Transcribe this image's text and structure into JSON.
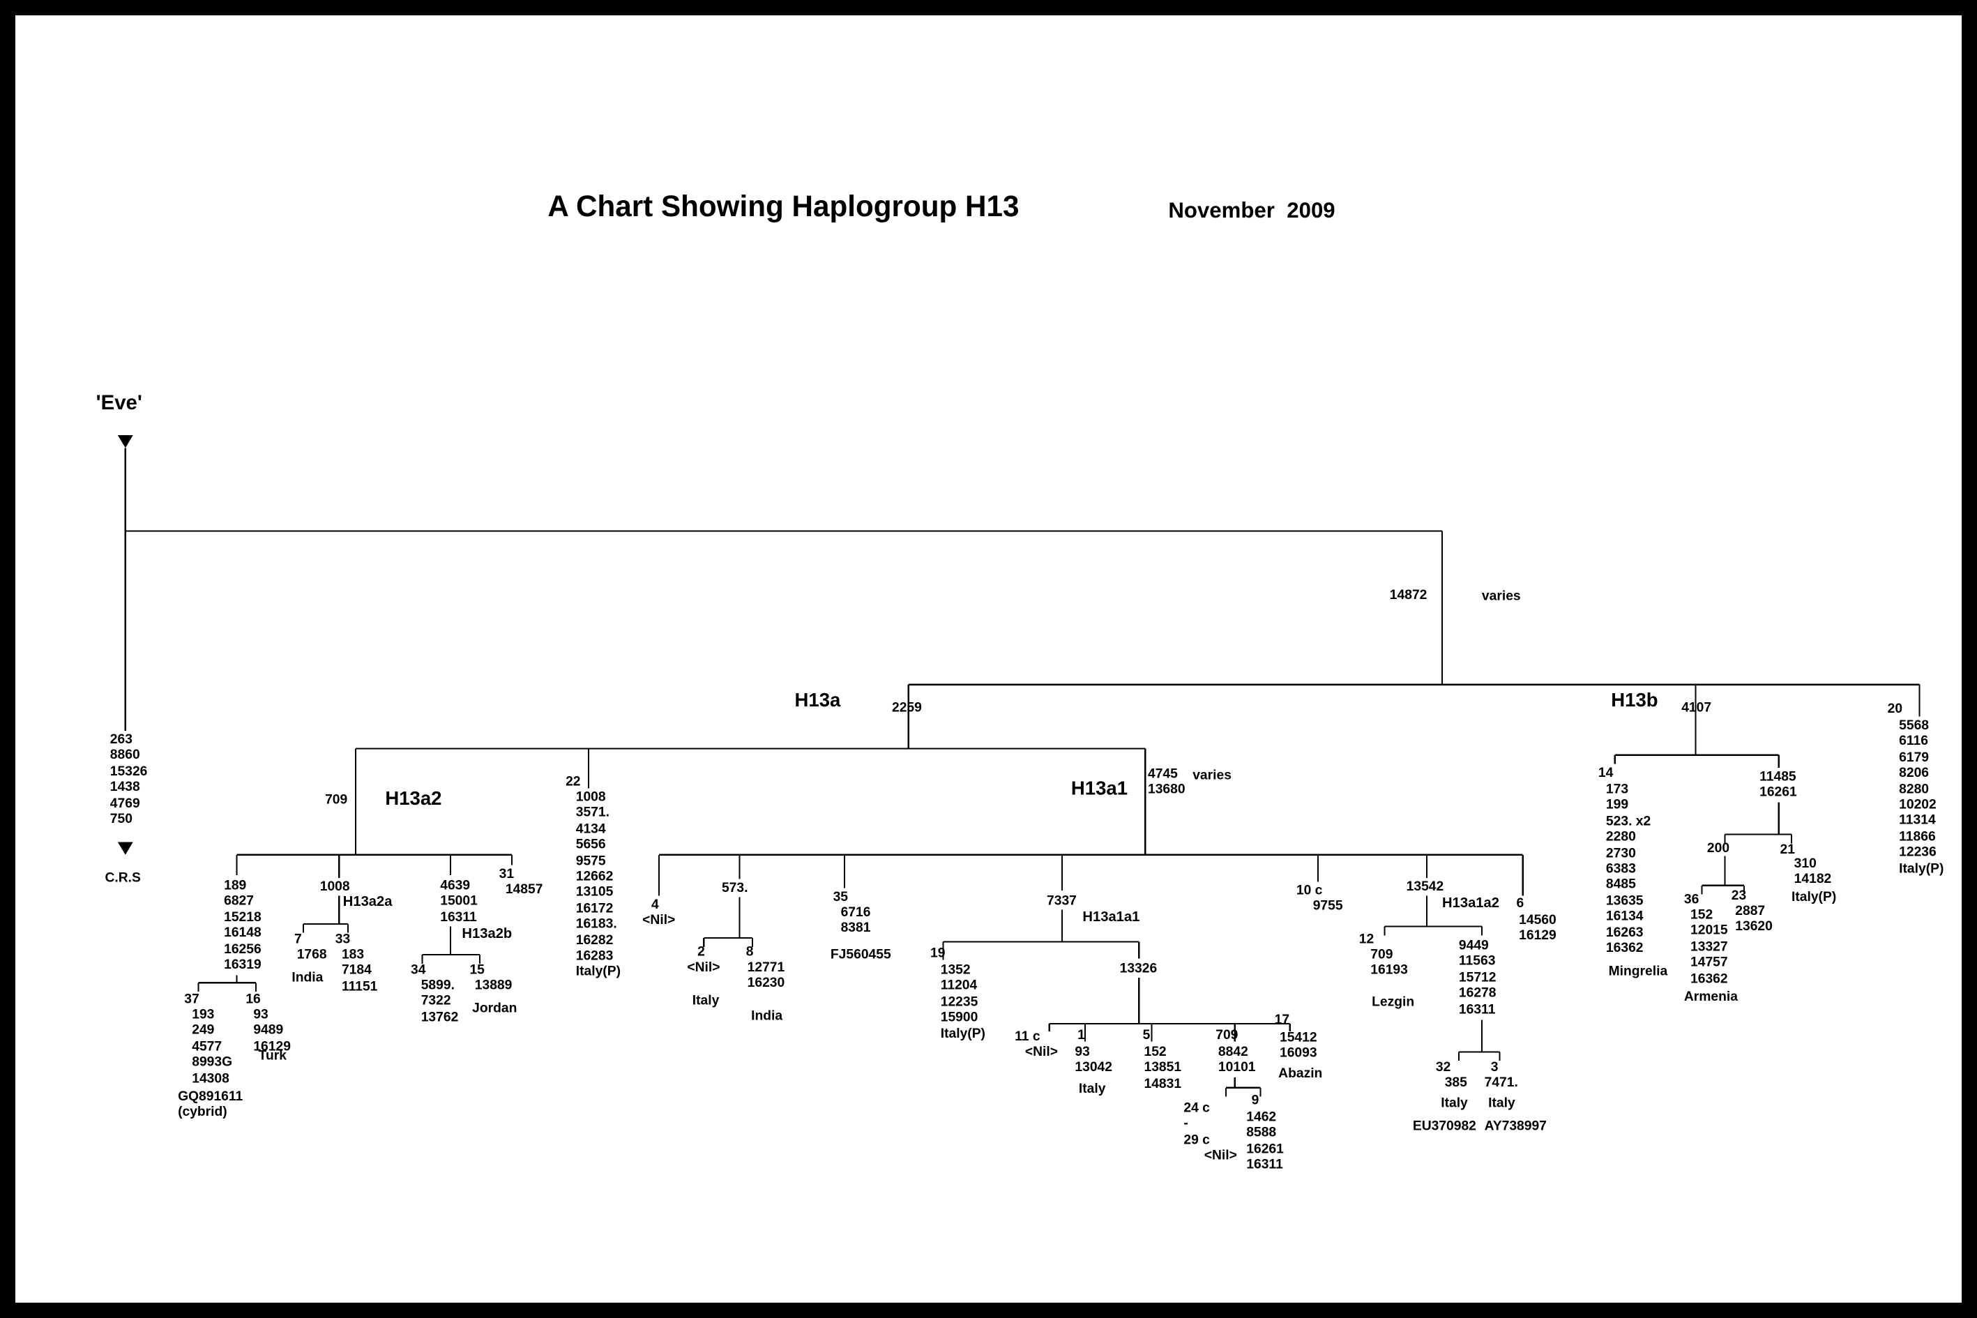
{
  "header": {
    "title": "A Chart Showing Haplogroup H13",
    "date": "November  2009"
  },
  "eve": {
    "label": "'Eve'",
    "mutations": [
      "263",
      "8860",
      "15326",
      "1438",
      "4769",
      "750"
    ],
    "crs": "C.R.S"
  },
  "h13_root": {
    "num": "14872",
    "note": "varies"
  },
  "h13a": {
    "label": "H13a",
    "num": "2259",
    "b22": {
      "num": "22",
      "muts": [
        "1008",
        "3571.",
        "4134",
        "5656",
        "9575",
        "12662",
        "13105",
        "16172",
        "16183.",
        "16282",
        "16283",
        "Italy(P)"
      ]
    }
  },
  "h13a2": {
    "label": "H13a2",
    "num": "709",
    "b189": {
      "muts": [
        "189",
        "6827",
        "15218",
        "16148",
        "16256",
        "16319"
      ],
      "b37": {
        "num": "37",
        "muts": [
          "193",
          "249",
          "4577",
          "8993G",
          "14308"
        ],
        "extra": [
          "GQ891611",
          "(cybrid)"
        ]
      },
      "b16": {
        "num": "16",
        "muts": [
          "93",
          "9489",
          "16129"
        ],
        "pop": "Turk"
      }
    },
    "a2a": {
      "label": "H13a2a",
      "num": "1008",
      "b7": {
        "num": "7",
        "muts": [
          "1768"
        ],
        "pop": "India"
      },
      "b33": {
        "num": "33",
        "muts": [
          "183",
          "7184",
          "11151"
        ]
      }
    },
    "a2b": {
      "label": "H13a2b",
      "muts": [
        "4639",
        "15001",
        "16311"
      ],
      "b34": {
        "num": "34",
        "muts": [
          "5899.",
          "7322",
          "13762"
        ]
      },
      "b15": {
        "num": "15",
        "muts": [
          "13889"
        ],
        "pop": "Jordan"
      }
    },
    "b31": {
      "num": "31",
      "muts": [
        "14857"
      ]
    }
  },
  "h13a1": {
    "label": "H13a1",
    "num": "4745",
    "note": "varies",
    "num2": "13680",
    "b4": {
      "num": "4",
      "nil": "<Nil>"
    },
    "b573": {
      "num": "573.",
      "b2": {
        "num": "2",
        "nil": "<Nil>",
        "pop": "Italy"
      },
      "b8": {
        "num": "8",
        "muts": [
          "12771",
          "16230"
        ],
        "pop": "India"
      }
    },
    "b35": {
      "num": "35",
      "muts": [
        "6716",
        "8381"
      ],
      "acc": "FJ560455"
    },
    "a1a1": {
      "label": "H13a1a1",
      "num": "7337",
      "b19": {
        "num": "19",
        "muts": [
          "1352",
          "11204",
          "12235",
          "15900",
          "Italy(P)"
        ]
      },
      "b13326": {
        "num": "13326",
        "b11c": {
          "num": "11 c",
          "nil": "<Nil>"
        },
        "b1": {
          "num": "1",
          "muts": [
            "93",
            "13042"
          ],
          "pop": "Italy"
        },
        "b5": {
          "num": "5",
          "muts": [
            "152",
            "13851",
            "14831"
          ]
        },
        "b709": {
          "num": "709",
          "muts": [
            "8842",
            "10101"
          ],
          "b24c": {
            "lines": [
              "24 c",
              "-",
              "29 c"
            ],
            "nil": "<Nil>"
          },
          "b9": {
            "num": "9",
            "muts": [
              "1462",
              "8588",
              "16261",
              "16311"
            ]
          }
        },
        "b17": {
          "num": "17",
          "muts": [
            "15412",
            "16093"
          ],
          "pop": "Abazin"
        }
      }
    },
    "b10c": {
      "num": "10 c",
      "muts": [
        "9755"
      ]
    },
    "a1a2": {
      "label": "H13a1a2",
      "num": "13542",
      "b12": {
        "num": "12",
        "muts": [
          "709",
          "16193"
        ],
        "pop": "Lezgin"
      },
      "b9449": {
        "muts": [
          "9449",
          "11563",
          "15712",
          "16278",
          "16311"
        ],
        "b32": {
          "num": "32",
          "muts": [
            "385"
          ],
          "pop": "Italy",
          "acc": "EU370982"
        },
        "b3": {
          "num": "3",
          "muts": [
            "7471."
          ],
          "pop": "Italy",
          "acc": "AY738997"
        }
      }
    },
    "b6": {
      "num": "6",
      "muts": [
        "14560",
        "16129"
      ]
    }
  },
  "h13b": {
    "label": "H13b",
    "num": "4107",
    "b14": {
      "num": "14",
      "muts": [
        "173",
        "199",
        "523. x2",
        "2280",
        "2730",
        "6383",
        "8485",
        "13635",
        "16134",
        "16263",
        "16362"
      ],
      "pop": "Mingrelia"
    },
    "b11485": {
      "muts": [
        "11485",
        "16261"
      ],
      "b200": {
        "num": "200",
        "b36": {
          "num": "36",
          "muts": [
            "152",
            "12015",
            "13327",
            "14757",
            "16362"
          ],
          "pop": "Armenia"
        },
        "b23": {
          "num": "23",
          "muts": [
            "2887",
            "13620"
          ]
        }
      },
      "b21": {
        "num": "21",
        "muts": [
          "310",
          "14182"
        ],
        "pop": "Italy(P)"
      }
    }
  },
  "b20": {
    "num": "20",
    "muts": [
      "5568",
      "6116",
      "6179",
      "8206",
      "8280",
      "10202",
      "11314",
      "11866",
      "12236",
      "Italy(P)"
    ]
  }
}
